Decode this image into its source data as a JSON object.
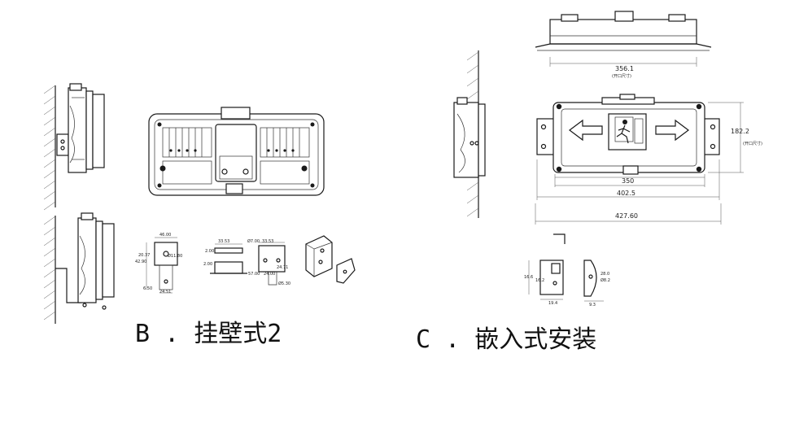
{
  "captions": {
    "b": "B . 挂壁式2",
    "c": "C . 嵌入式安装"
  },
  "dimensions": {
    "top_width": "356.1",
    "top_width_note": "(开口尺寸)",
    "height": "182.2",
    "height_note": "(开口尺寸)",
    "inner_width": "350",
    "bracket_width": "402.5",
    "overall_width": "427.60"
  },
  "bracket_dims": {
    "d1": "46.00",
    "d2": "20.37",
    "d3": "42.90",
    "d4": "Ø11.80",
    "d5": "6.50",
    "d6": "24.51",
    "d7": "33.53",
    "d8": "2.00",
    "d9": "2.00",
    "d10": "Ø7.00",
    "d11": "33.53",
    "d12": "24.71",
    "d13": "57.00",
    "d14": "24.00",
    "d15": "Ø5.30"
  },
  "clip_dims": {
    "c1": "16.6",
    "c2": "16.2",
    "c3": "19.4",
    "c4": "9.3",
    "c5": "28.0",
    "c6": "Ø8.2"
  }
}
